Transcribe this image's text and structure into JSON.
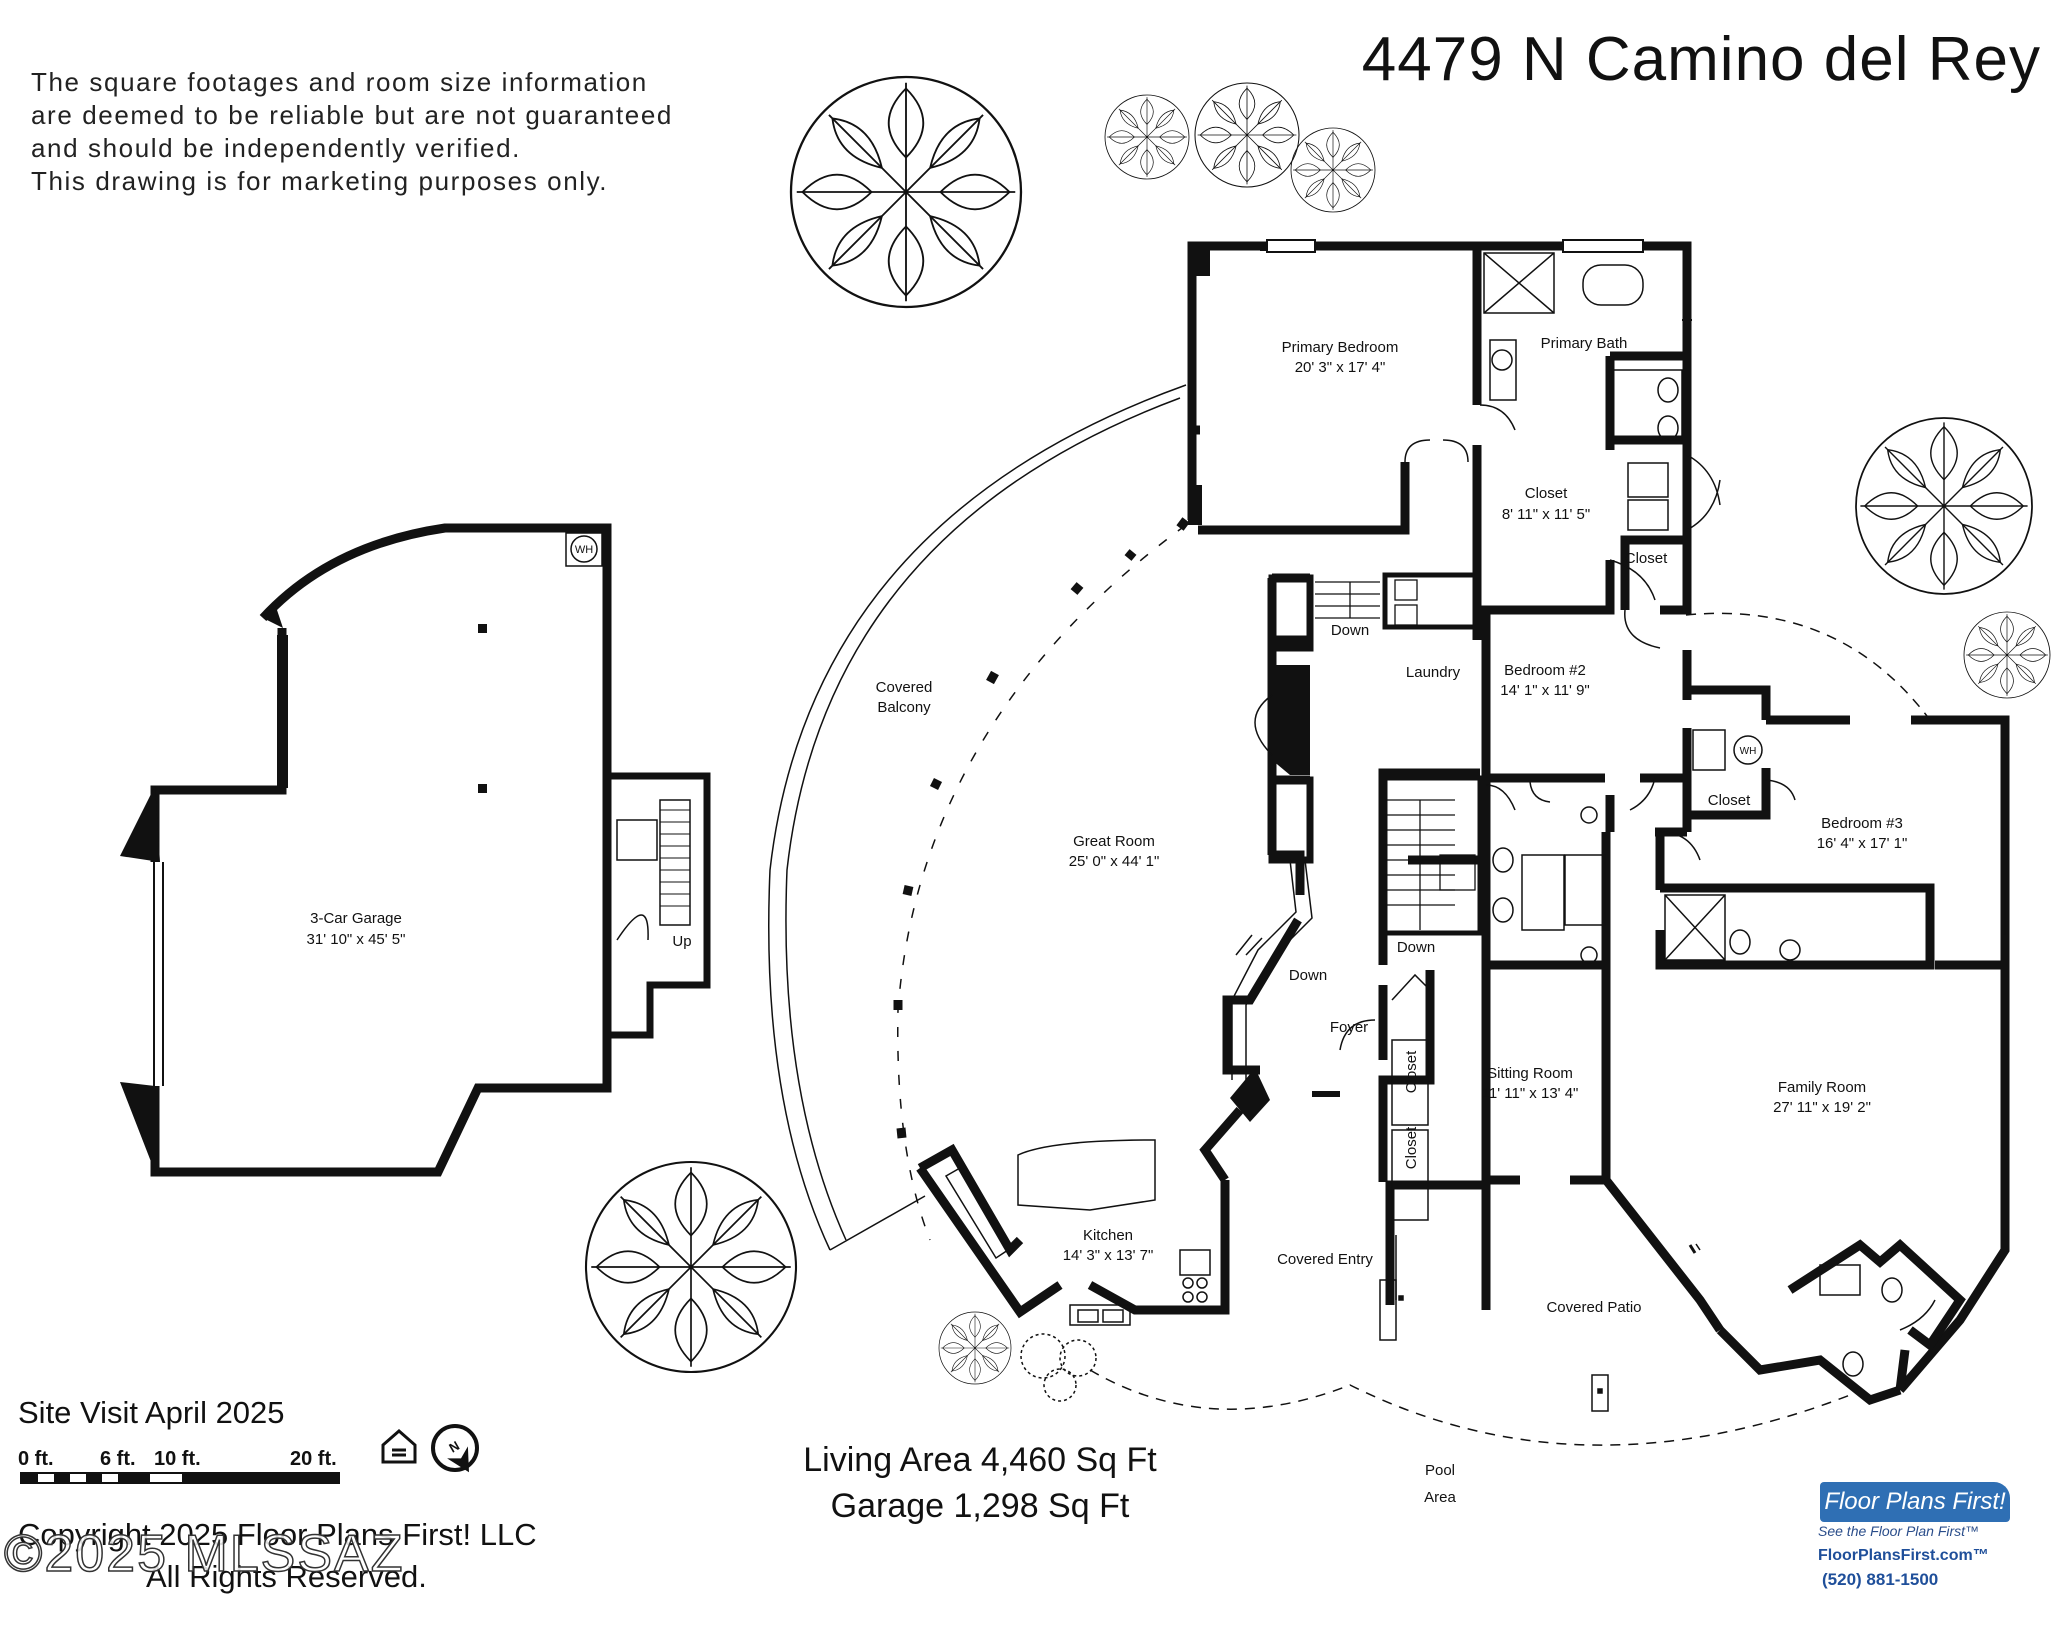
{
  "header": {
    "address": "4479 N Camino del Rey",
    "disclaimer": [
      "The square footages and room size information",
      "are deemed to be reliable but are not guaranteed",
      "and should be independently verified.",
      "This drawing is for marketing purposes only."
    ]
  },
  "rooms": {
    "primary_bedroom": {
      "name": "Primary Bedroom",
      "size": "20' 3\" x 17' 4\""
    },
    "primary_bath": {
      "name": "Primary Bath"
    },
    "closet_primary": {
      "name": "Closet",
      "size": "8' 11\" x 11' 5\""
    },
    "closet_small": {
      "name": "Closet"
    },
    "bedroom2": {
      "name": "Bedroom #2",
      "size": "14' 1\" x 11' 9\""
    },
    "bedroom3": {
      "name": "Bedroom #3",
      "size": "16' 4\" x 17' 1\""
    },
    "closet_b3": {
      "name": "Closet"
    },
    "laundry": {
      "name": "Laundry"
    },
    "great_room": {
      "name": "Great Room",
      "size": "25' 0\" x 44' 1\""
    },
    "covered_balcony": {
      "line1": "Covered",
      "line2": "Balcony"
    },
    "garage": {
      "name": "3-Car Garage",
      "size": "31' 10\" x 45' 5\""
    },
    "kitchen": {
      "name": "Kitchen",
      "size": "14' 3\" x 13' 7\""
    },
    "sitting_room": {
      "name": "Sitting Room",
      "size": "11' 11\" x 13' 4\""
    },
    "family_room": {
      "name": "Family Room",
      "size": "27' 11\" x 19' 2\""
    },
    "foyer": {
      "name": "Foyer"
    },
    "covered_entry": {
      "name": "Covered Entry"
    },
    "covered_patio": {
      "name": "Covered Patio"
    },
    "pool_area": {
      "line1": "Pool",
      "line2": "Area"
    },
    "closet_foyer_1": {
      "name": "Closet"
    },
    "closet_foyer_2": {
      "name": "Closet"
    },
    "stair_down_1": "Down",
    "stair_down_2": "Down",
    "stair_down_3": "Down",
    "stair_up": "Up",
    "water_heater_1": "WH",
    "water_heater_2": "WH"
  },
  "footer": {
    "site_visit": "Site Visit April 2025",
    "scale_labels": [
      "0 ft.",
      "6 ft.",
      "10 ft.",
      "20 ft."
    ],
    "living_area": "Living Area 4,460 Sq Ft",
    "garage_area": "Garage 1,298 Sq Ft",
    "copyright_line1": "Copyright 2025 Floor Plans First! LLC",
    "copyright_line2": "All Rights Reserved.",
    "watermark": "©2025 MLSSAZ",
    "brand": {
      "name": "Floor Plans First!",
      "tagline": "See the Floor Plan First™",
      "url": "FloorPlansFirst.com™",
      "phone": "(520) 881-1500"
    }
  },
  "icons": [
    "equal-housing-icon",
    "north-arrow-icon",
    "tree-icon"
  ],
  "colors": {
    "wall": "#111111",
    "brand_blue": "#2f6fb4"
  }
}
